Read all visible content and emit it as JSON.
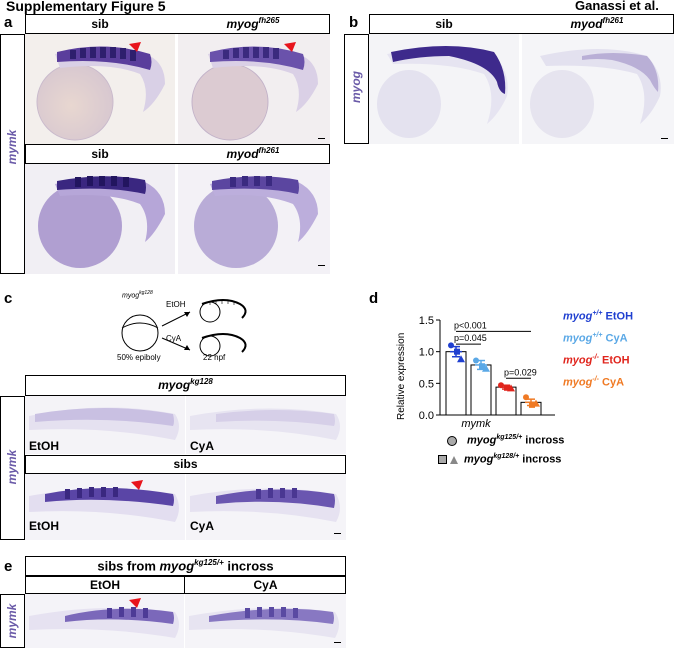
{
  "figure": {
    "title": "Supplementary Figure 5",
    "author": "Ganassi et al."
  },
  "panel_a": {
    "letter": "a",
    "row1_labels": [
      "sib",
      "myog"
    ],
    "row1_sup": "fh265",
    "row2_labels": [
      "sib",
      "myod"
    ],
    "row2_sup": "fh261",
    "probe": "mymk"
  },
  "panel_b": {
    "letter": "b",
    "labels": [
      "sib",
      "myod"
    ],
    "sup": "fh261",
    "probe": "myog"
  },
  "panel_c": {
    "letter": "c",
    "schematic": {
      "gene": "myog",
      "gene_sup": "kg128",
      "etoh": "EtOH",
      "cya": "CyA",
      "start": "50% epiboly",
      "end": "22 hpf"
    },
    "top_header_gene": "myog",
    "top_header_sup": "kg128",
    "mid_header": "sibs",
    "probe": "mymk",
    "conditions": [
      "EtOH",
      "CyA",
      "EtOH",
      "CyA"
    ]
  },
  "panel_d": {
    "letter": "d",
    "xlabel": "mymk",
    "ylabel": "Relative expression",
    "pvalues": [
      "p<0.001",
      "p=0.045",
      "p=0.029"
    ],
    "legend": [
      {
        "gene": "myog",
        "sup": "+/+",
        "cond": "EtOH",
        "color": "#1f3fd0"
      },
      {
        "gene": "myog",
        "sup": "+/+",
        "cond": "CyA",
        "color": "#5aa8e6"
      },
      {
        "gene": "myog",
        "sup": "-/-",
        "cond": "EtOH",
        "color": "#e0241c"
      },
      {
        "gene": "myog",
        "sup": "-/-",
        "cond": "CyA",
        "color": "#f07a24"
      }
    ],
    "cross_legend": [
      {
        "gene": "myog",
        "sup": "kg125/+",
        "suffix": "incross"
      },
      {
        "gene": "myog",
        "sup": "kg128/+",
        "suffix": "incross"
      }
    ]
  },
  "panel_e": {
    "letter": "e",
    "header_prefix": "sibs from",
    "header_gene": "myog",
    "header_sup": "kg125/+",
    "header_suffix": "incross",
    "conditions": [
      "EtOH",
      "CyA"
    ],
    "probe": "mymk"
  },
  "chart_data": {
    "type": "bar",
    "categories": [
      "myog+/+ EtOH",
      "myog+/+ CyA",
      "myog-/- EtOH",
      "myog-/- CyA"
    ],
    "values": [
      1.0,
      0.79,
      0.44,
      0.2
    ],
    "errors": [
      0.08,
      0.07,
      0.03,
      0.05
    ],
    "colors": [
      "#1f3fd0",
      "#5aa8e6",
      "#e0241c",
      "#f07a24"
    ],
    "points": [
      [
        1.1,
        1.0,
        0.88
      ],
      [
        0.86,
        0.77,
        0.73
      ],
      [
        0.47,
        0.43,
        0.42
      ],
      [
        0.28,
        0.16,
        0.18
      ]
    ],
    "ylim": [
      0,
      1.5
    ],
    "yticks": [
      "0.0",
      "0.5",
      "1.0",
      "1.5"
    ],
    "ytick_values": [
      0,
      0.5,
      1.0,
      1.5
    ],
    "xlabel": "mymk",
    "ylabel": "Relative expression"
  }
}
